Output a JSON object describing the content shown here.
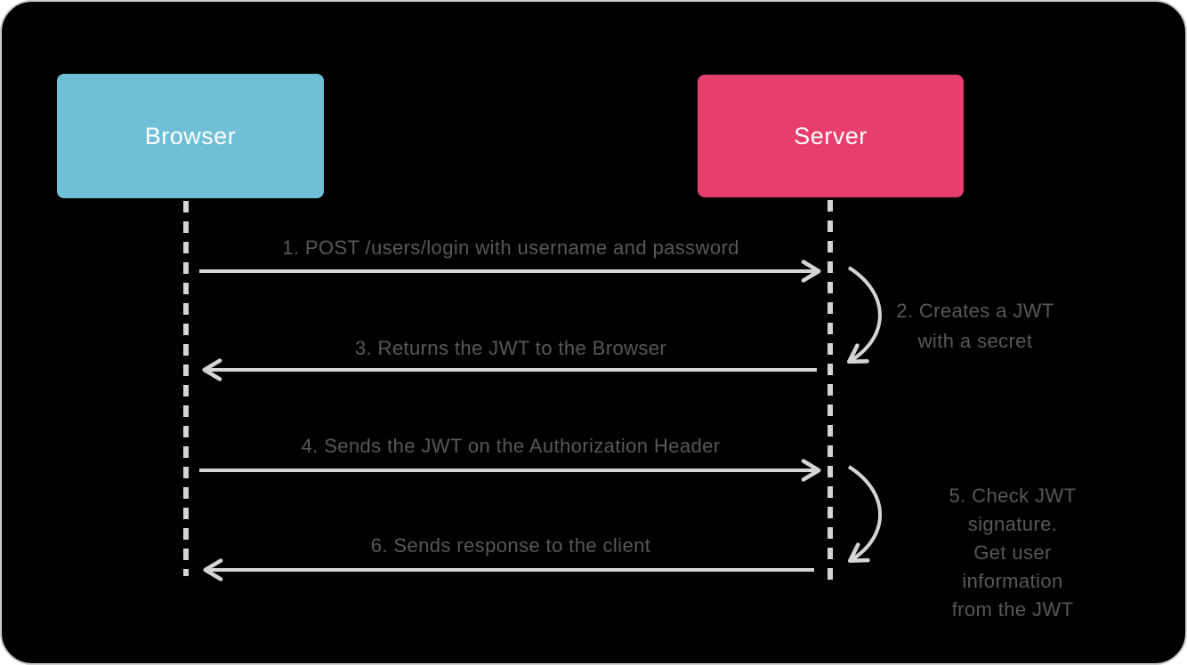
{
  "actors": [
    {
      "id": "browser",
      "label": "Browser",
      "color": "#6fc0d6"
    },
    {
      "id": "server",
      "label": "Server",
      "color": "#e83e6e"
    }
  ],
  "messages": [
    {
      "step": 1,
      "label": "1. POST /users/login with username and password",
      "direction": "browser-to-server"
    },
    {
      "step": 2,
      "label": "2. Creates a JWT\nwith a secret",
      "direction": "server-self"
    },
    {
      "step": 3,
      "label": "3. Returns the JWT to the Browser",
      "direction": "server-to-browser"
    },
    {
      "step": 4,
      "label": "4. Sends the JWT on the Authorization Header",
      "direction": "browser-to-server"
    },
    {
      "step": 5,
      "label": "5. Check JWT signature.\nGet user information\nfrom the JWT",
      "direction": "server-self"
    },
    {
      "step": 6,
      "label": "6. Sends response to the client",
      "direction": "server-to-browser"
    }
  ],
  "colors": {
    "background": "#000000",
    "frame_border": "#cccccc",
    "arrow": "#d5d5d5",
    "label_text": "#58585a",
    "actor_text": "#ffffff"
  }
}
